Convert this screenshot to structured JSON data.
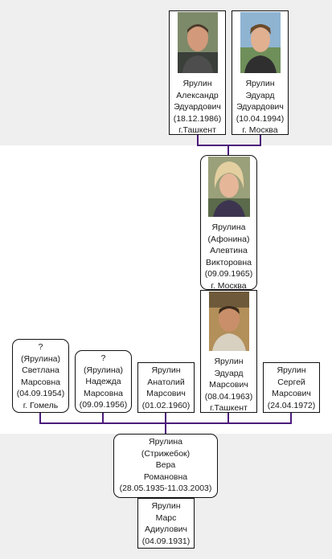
{
  "diagram": {
    "colors": {
      "connector": "#4b1b7a",
      "band": "#efefef",
      "border": "#111111"
    },
    "persons": {
      "aleksandr": {
        "lines": [
          "Ярулин",
          "Александр",
          "Эдуардович",
          "(18.12.1986)",
          "г.Ташкент"
        ],
        "photo": "man-photo"
      },
      "eduard_jr": {
        "lines": [
          "Ярулин",
          "Эдуард",
          "Эдуардович",
          "(10.04.1994)",
          "г. Москва"
        ],
        "photo": "young-man-photo"
      },
      "alevtina": {
        "lines": [
          "Ярулина",
          "(Афонина)",
          "Алевтина",
          "Викторовна",
          "(09.09.1965)",
          "г. Москва"
        ],
        "photo": "woman-photo"
      },
      "eduard": {
        "lines": [
          "Ярулин",
          "Эдуард",
          "Марсович",
          "(08.04.1963)",
          "г.Ташкент"
        ],
        "photo": "man-photo"
      },
      "svetlana": {
        "lines": [
          "?",
          "(Ярулина)",
          "Светлана",
          "Марсовна",
          "(04.09.1954)",
          "г. Гомель"
        ]
      },
      "nadezhda": {
        "lines": [
          "?",
          "(Ярулина)",
          "Надежда",
          "Марсовна",
          "(09.09.1956)"
        ]
      },
      "anatoly": {
        "lines": [
          "Ярулин",
          "Анатолий",
          "Марсович",
          "(01.02.1960)"
        ]
      },
      "sergey": {
        "lines": [
          "Ярулин",
          "Сергей",
          "Марсович",
          "(24.04.1972)"
        ]
      },
      "vera": {
        "lines": [
          "Ярулина",
          "(Стрижебок)",
          "Вера",
          "Романовна",
          "(28.05.1935-11.03.2003)"
        ]
      },
      "mars": {
        "lines": [
          "Ярулин",
          "Марс",
          "Адиулович",
          "(04.09.1931)"
        ]
      }
    }
  }
}
